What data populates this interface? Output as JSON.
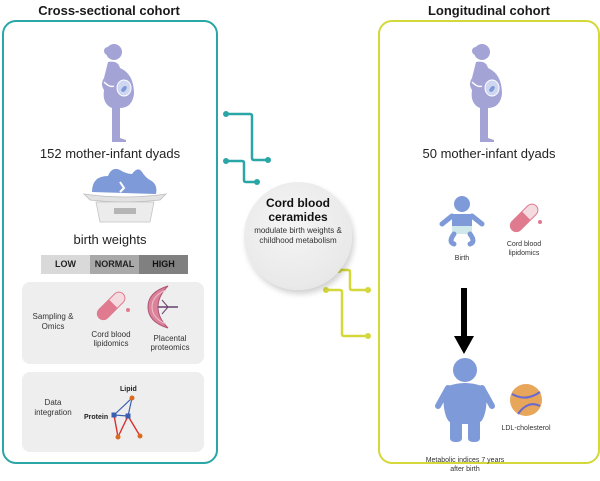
{
  "left_cohort": {
    "title": "Cross-sectional cohort",
    "border_color": "#2aa6a6",
    "dyads": "152 mother-infant dyads",
    "weights_label": "birth weights",
    "weight_categories": [
      {
        "label": "LOW",
        "color": "#d9d9d9"
      },
      {
        "label": "NORMAL",
        "color": "#a9a9a9"
      },
      {
        "label": "HIGH",
        "color": "#808080"
      }
    ],
    "sampling_box": {
      "label": "Sampling & Omics",
      "items": [
        {
          "label": "Cord blood lipidomics",
          "icon": "test-tube-icon"
        },
        {
          "label": "Placental proteomics",
          "icon": "placenta-icon"
        }
      ]
    },
    "integration_box": {
      "label": "Data integration",
      "network_labels": {
        "lipid": "Lipid",
        "protein": "Protein"
      }
    }
  },
  "center": {
    "title": "Cord blood ceramides",
    "subtitle": "modulate birth weights & childhood metabolism"
  },
  "right_cohort": {
    "title": "Longitudinal cohort",
    "border_color": "#d4d83a",
    "dyads": "50 mother-infant dyads",
    "birth_label": "Birth",
    "lipidomics_label": "Cord blood lipidomics",
    "child_label": "Metabolic indices 7 years after birth",
    "ldl_label": "LDL-cholesterol"
  },
  "colors": {
    "mother": "#a3a3d6",
    "baby": "#7f9ad8",
    "tube": "#e07a8e",
    "teal": "#2aa6a6",
    "yellow": "#d4d83a",
    "ldl": "#e8a65a",
    "network_blue": "#3a5fb0",
    "network_red": "#d93030",
    "network_node": "#d96a1e"
  }
}
